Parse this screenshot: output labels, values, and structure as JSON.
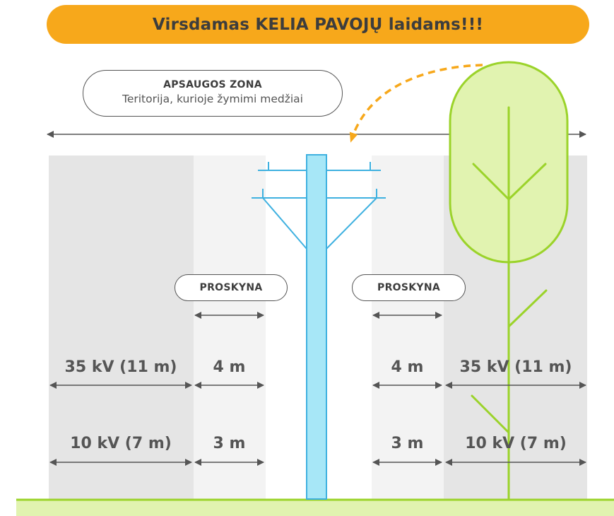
{
  "banner": {
    "title": "Virsdamas KELIA PAVOJŲ laidams!!!"
  },
  "protection_zone": {
    "title": "APSAUGOS ZONA",
    "subtitle": "Teritorija, kurioje žymimi medžiai"
  },
  "clearing": {
    "left_label": "PROSKYNA",
    "right_label": "PROSKYNA"
  },
  "rows": [
    {
      "voltage_label": "35 kV (11 m)",
      "clearing_label": "4 m"
    },
    {
      "voltage_label": "10 kV (7 m)",
      "clearing_label": "3 m"
    }
  ],
  "colors": {
    "banner": "#f7a81b",
    "zone_dark": "#e5e5e5",
    "zone_light": "#f3f3f3",
    "pole_fill": "#a7e7f7",
    "pole_stroke": "#3fb1e0",
    "tree_fill": "#e1f3b0",
    "tree_stroke": "#9bd32a",
    "ground": "#e1f3b0",
    "arrow_orange": "#f7a81b",
    "line_dark": "#555555"
  }
}
